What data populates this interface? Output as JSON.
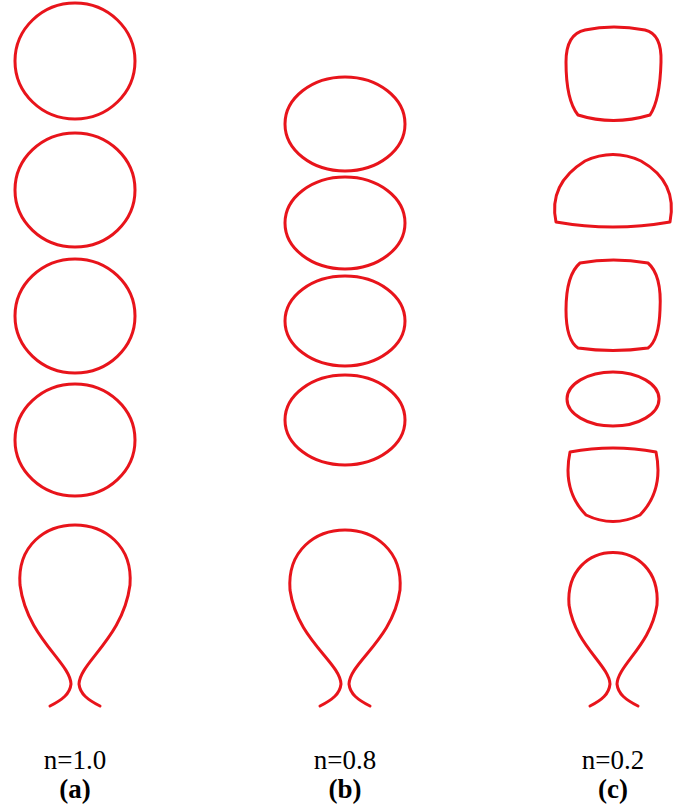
{
  "diagram": {
    "labels": [
      "n=1.0",
      "n=0.8",
      "n=0.2",
      "(a)",
      "(b)",
      "(c)"
    ]
  }
}
